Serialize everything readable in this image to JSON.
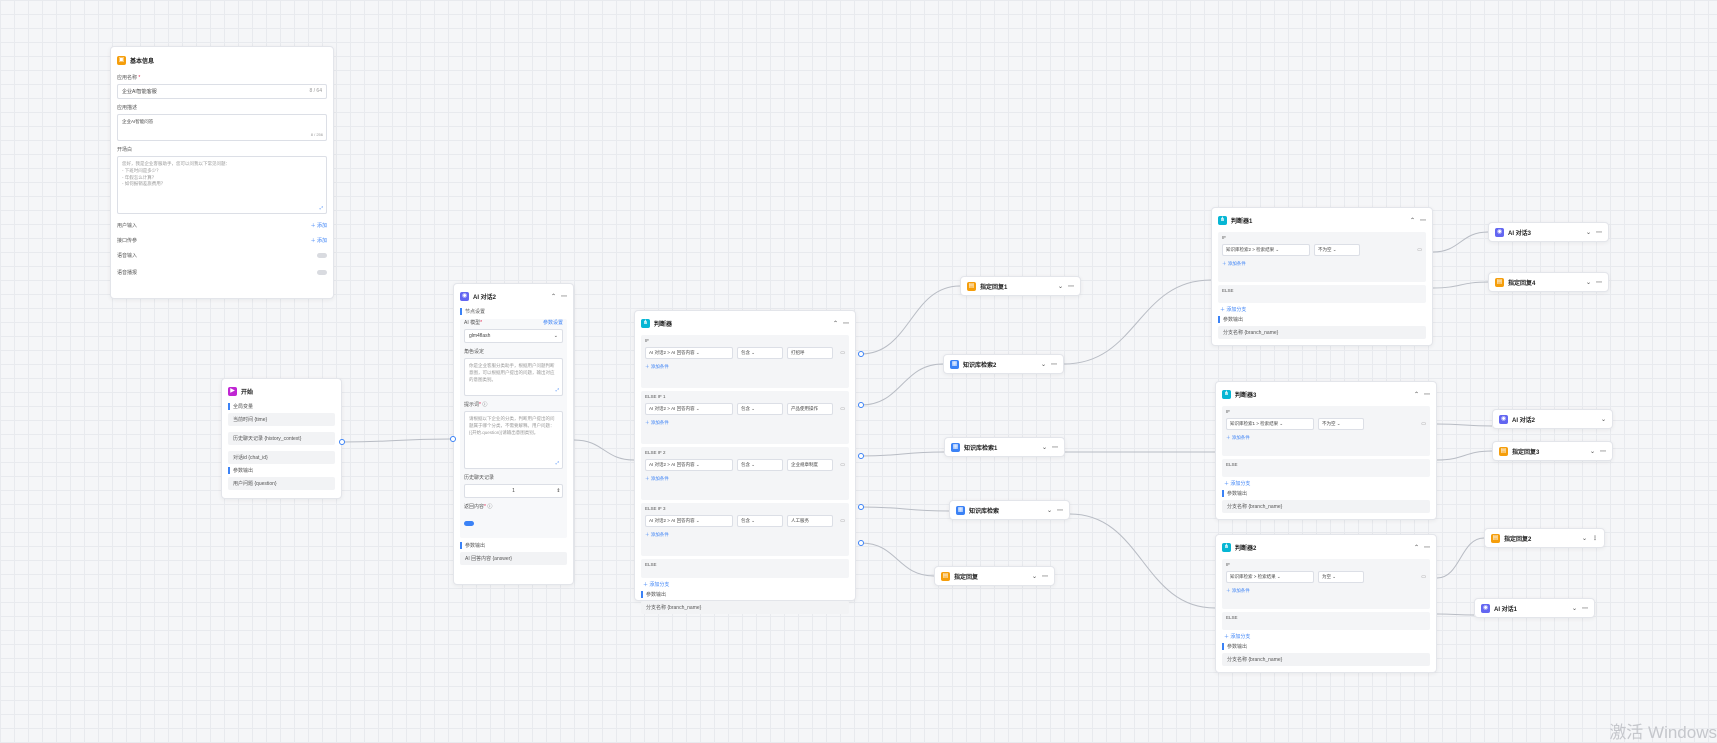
{
  "colors": {
    "accent": "#3b82f6",
    "edge": "#b8bcc4",
    "judge": "#06b6d4",
    "answer": "#f59e0b",
    "kb": "#3b82f6",
    "ai": "#6366f1",
    "start": "#c026d3"
  },
  "basic": {
    "title": "基本信息",
    "name_label": "应用名称",
    "required_mark": "*",
    "name_value": "企业AI智能客服",
    "name_count": "8 / 64",
    "desc_label": "应用描述",
    "desc_value": "企业AI智能问答",
    "desc_count": "8 / 256",
    "opening_label": "开场白",
    "opening_lines": [
      "您好，我是企业客服助手，您可以问我以下常见问题：",
      "- 下班时间是多少？",
      "- 年假怎么计算？",
      "- 如何报销差旅费用？"
    ],
    "user_input": "用户输入",
    "interface_param": "接口传参",
    "voice_input": "语音输入",
    "voice_playback": "语音播报",
    "add": "添加"
  },
  "start": {
    "title": "开始",
    "global_vars": "全局变量",
    "vars": [
      "当前时间 {time}",
      "历史聊天记录 {history_context}",
      "对话id {chat_id}"
    ],
    "params_out": "参数输出",
    "outputs": [
      "用户问题 {question}"
    ]
  },
  "ai_main": {
    "title": "AI 对话2",
    "node_settings": "节点设置",
    "model_label": "AI 模型",
    "model_params": "参数设置",
    "model_value": "glm4flash",
    "role_label": "角色设定",
    "role_text": "你是企业客服分类助手，根据用户问题判断意图，可以根据用户提出的问题，输出对应的意图类别。",
    "prompt_label": "提示词",
    "prompt_text": "请根据以下企业的分类，判断用户提出的问题属于哪个分类，不需要解释。用户问题：{{开始.question}}请输出意图类别。",
    "history_label": "历史聊天记录",
    "history_value": "1",
    "return_label": "返回内容",
    "params_out": "参数输出",
    "output": "AI 回答内容 {answer}"
  },
  "judge_main": {
    "title": "判断器",
    "branches": [
      {
        "title": "IF",
        "field": "AI 对话2 > AI 回答内容",
        "op": "包含",
        "value": "打招呼"
      },
      {
        "title": "ELSE IF 1",
        "field": "AI 对话2 > AI 回答内容",
        "op": "包含",
        "value": "产品使用操作"
      },
      {
        "title": "ELSE IF 2",
        "field": "AI 对话2 > AI 回答内容",
        "op": "包含",
        "value": "企业规章制度"
      },
      {
        "title": "ELSE IF 3",
        "field": "AI 对话2 > AI 回答内容",
        "op": "包含",
        "value": "人工服务"
      }
    ],
    "else_label": "ELSE",
    "add_cond": "添加条件",
    "add_branch": "添加分支",
    "params_out": "参数输出",
    "output": "分支名称 {branch_name}"
  },
  "mid_nodes": {
    "answer1": "指定回复1",
    "kb2": "知识库检索2",
    "kb1": "知识库检索1",
    "kb": "知识库检索",
    "answer": "指定回复"
  },
  "judges": [
    {
      "title": "判断器1",
      "if_label": "IF",
      "field": "知识库检索2 > 检索结果",
      "op": "不为空",
      "else_label": "ELSE",
      "add_cond": "添加条件",
      "add_branch": "添加分支",
      "params_out": "参数输出",
      "output": "分支名称 {branch_name}"
    },
    {
      "title": "判断器3",
      "if_label": "IF",
      "field": "知识库检索1 > 检索结果",
      "op": "不为空",
      "else_label": "ELSE",
      "add_cond": "添加条件",
      "add_branch": "添加分支",
      "params_out": "参数输出",
      "output": "分支名称 {branch_name}"
    },
    {
      "title": "判断器2",
      "if_label": "IF",
      "field": "知识库检索 > 检索结果",
      "op": "为空",
      "else_label": "ELSE",
      "add_cond": "添加条件",
      "add_branch": "添加分支",
      "params_out": "参数输出",
      "output": "分支名称 {branch_name}"
    }
  ],
  "right_nodes": {
    "ai3": "AI 对话3",
    "answer4": "指定回复4",
    "ai2": "AI 对话2",
    "answer3": "指定回复3",
    "answer2": "指定回复2",
    "ai1": "AI 对话1"
  },
  "watermark": "激活 Windows"
}
